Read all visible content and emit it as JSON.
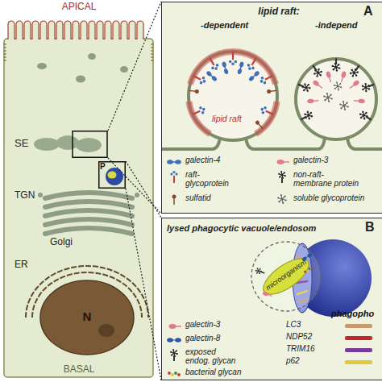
{
  "diagram": {
    "nodes": [
      {
        "text": [
          "APICAL",
          "BASAL"
        ]
      },
      {
        "text": [
          "SE"
        ],
        "in": 0
      },
      {
        "text": [
          "P"
        ],
        "in": 0
      },
      {
        "text": [
          "TGN",
          "Golgi"
        ],
        "in": 0
      },
      {
        "text": [
          "ER"
        ],
        "in": 0
      },
      {
        "text": [
          "N"
        ],
        "in": 0
      },
      {
        "text": [
          "A",
          "lipid raft:"
        ]
      },
      {
        "text": [
          "-dependent",
          "lipid raft"
        ],
        "in": 6
      },
      {
        "text": [
          "-independ"
        ],
        "in": 6
      },
      {
        "text": [
          "B",
          "lysed phagocytic vacuole/endosom"
        ]
      },
      {
        "text": [
          "microorganism"
        ],
        "in": 9
      },
      {
        "text": [
          "phagopho"
        ],
        "in": 9
      }
    ],
    "edges": [
      {
        "from": 1,
        "to": 6,
        "arrow": "none"
      },
      {
        "from": 1,
        "to": 6,
        "arrow": "none"
      },
      {
        "from": 2,
        "to": 9,
        "arrow": "none"
      },
      {
        "from": 2,
        "to": 9,
        "arrow": "none"
      }
    ],
    "legend": [
      {
        "text": "galectin-4"
      },
      {
        "text": "galectin-3"
      },
      {
        "text": "raft- glycoprotein"
      },
      {
        "text": "non-raft- membrane protein"
      },
      {
        "text": "sulfatid"
      },
      {
        "text": "soluble glycoprotein"
      },
      {
        "text": "galectin-3"
      },
      {
        "text": "galectin-8"
      },
      {
        "text": "exposed endog. glycan"
      },
      {
        "text": "bacterial glycan"
      },
      {
        "text": "LC3",
        "color": "#c89a6a"
      },
      {
        "text": "NDP52",
        "color": "#c0282a"
      },
      {
        "text": "TRIM16",
        "color": "#7a3a9a"
      },
      {
        "text": "p62",
        "color": "#e0c83a"
      }
    ]
  }
}
